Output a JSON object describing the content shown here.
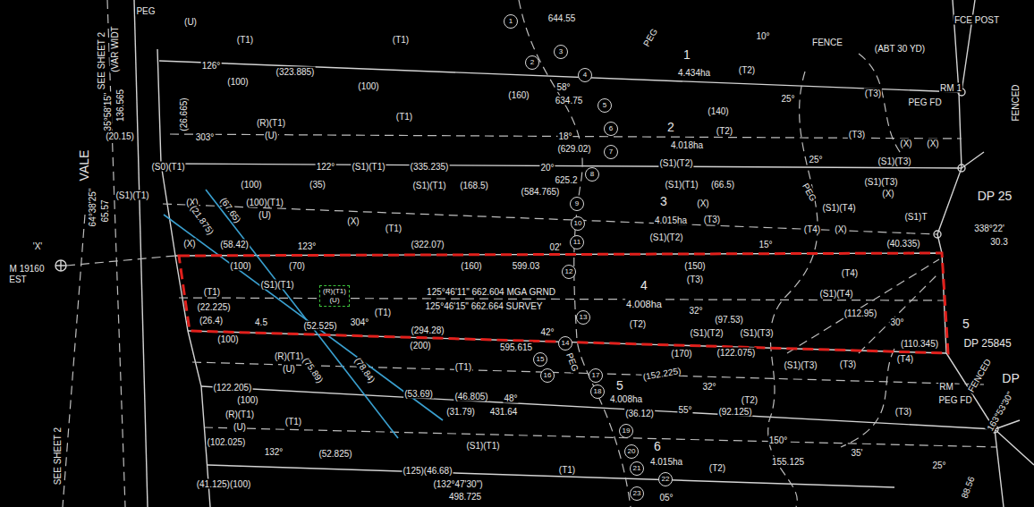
{
  "diagram": {
    "nodes": [
      {
        "text": [
          "1"
        ]
      },
      {
        "text": [
          "2"
        ]
      },
      {
        "text": [
          "3"
        ]
      },
      {
        "text": [
          "4"
        ]
      },
      {
        "text": [
          "5"
        ]
      },
      {
        "text": [
          "6"
        ]
      },
      {
        "text": [
          "7"
        ]
      },
      {
        "text": [
          "8"
        ]
      },
      {
        "text": [
          "9"
        ]
      },
      {
        "text": [
          "10"
        ]
      },
      {
        "text": [
          "11"
        ]
      },
      {
        "text": [
          "4",
          "4.008ha"
        ]
      },
      {
        "text": [
          "(R)(T1)",
          "(U)"
        ],
        "in": 11
      },
      {
        "text": [
          "12"
        ],
        "in": 11
      },
      {
        "text": [
          "13"
        ],
        "in": 11
      },
      {
        "text": [
          "14"
        ]
      },
      {
        "text": [
          "15"
        ]
      },
      {
        "text": [
          "16"
        ]
      },
      {
        "text": [
          "17"
        ]
      },
      {
        "text": [
          "18"
        ]
      },
      {
        "text": [
          "19"
        ]
      },
      {
        "text": [
          "20"
        ]
      },
      {
        "text": [
          "21"
        ]
      },
      {
        "text": [
          "22"
        ]
      },
      {
        "text": [
          "23"
        ]
      }
    ],
    "labels": [
      "PEG",
      "(U)",
      "(T1)",
      "(T1)",
      "644.55",
      "PEG",
      "10°",
      "FENCE",
      "(ABT 30 YD)",
      "FCE POST",
      "1",
      "4.434ha",
      "(T2)",
      "(VAR WIDT",
      "SEE SHEET 2",
      "35°58'15\"",
      "136.565",
      "(20.15)",
      "126°",
      "(323.885)",
      "(100)",
      "(100)",
      "(160)",
      "58°",
      "634.75",
      "(140)",
      "25°",
      "(T3)",
      "PEG FD",
      "RM 1",
      "(T1)",
      "2",
      "4.018ha",
      "(T2)",
      "(26.665)",
      "303°",
      "(R)(T1)",
      "(U)",
      "18°",
      "(629.02)",
      "(T3)",
      "(X)",
      "(X)",
      "122°",
      "(S1)(T1)",
      "(335.235)",
      "20°",
      "(S1)(T2)",
      "25°",
      "(S1)(T3)",
      "625.2",
      "(584.765)",
      "(100)",
      "(35)",
      "(S1)(T1)",
      "(168.5)",
      "(S1)(T1)",
      "(66.5)",
      "(S1)(T3)",
      "(X)",
      "(S0)(T1)",
      "(S1)(T1)",
      "(100)(T1)",
      "(U)",
      "(X)",
      "(21.875)",
      "(67.65)",
      "3",
      "(X)",
      "4.015ha",
      "(T3)",
      "(T1)",
      "(X)",
      "PEG",
      "(S1)(T4)",
      "(S1)(T2)",
      "(T4)",
      "(X)",
      "DP 25",
      "(S1)T",
      "(X)",
      "(58.42)",
      "123°",
      "(322.07)",
      "02'",
      "15°",
      "(40.335)",
      "(100)",
      "(70)",
      "(160)",
      "599.03",
      "(150)",
      "(T3)",
      "(T4)",
      "338°22'",
      "30.3",
      "'X'",
      "M 19160",
      "EST",
      "(T1)",
      "(22.225)",
      "(S1)(T1)",
      "125°46'11\" 662.604 MGA GRND",
      "125°46'15\" 662.664 SURVEY",
      "(T2)",
      "(T1)",
      "(S1)(T4)",
      "(112.95)",
      "30°",
      "(26.4)",
      "4.5",
      "(52.525)",
      "304°",
      "32°",
      "(97.53)",
      "(S1)(T2)",
      "(S1)(T3)",
      "(100)",
      "(294.28)",
      "42°",
      "(200)",
      "595.615",
      "(170)",
      "(122.075)",
      "(110.345)",
      "(T4)",
      "5",
      "DP 25845",
      "(R)(T1)",
      "(U)",
      "(75.89)",
      "(78.84)",
      "(T1)",
      "PEG",
      "(S1)(T3)",
      "(T3)",
      "5",
      "4.008ha",
      "(T2)",
      "(152.225)",
      "32°",
      "(122.205)",
      "(53.69)",
      "(46.805)",
      "48°",
      "(31.79)",
      "431.64",
      "(100)",
      "(R)(T1)",
      "(U)",
      "(T1)",
      "(36.12)",
      "55°",
      "(92.125)",
      "(T3)",
      "(102.025)",
      "132°",
      "(52.825)",
      "(S1)(T1)",
      "6",
      "4.015ha",
      "(T2)",
      "(T1)",
      "150°",
      "35'",
      "155.125",
      "25°",
      "(41.125)(100)",
      "(125)(46.68)",
      "(132°47'30\")",
      "498.725",
      "05°",
      "88.56",
      "RM",
      "PEG FD",
      "163°53'30\"",
      "FENCED",
      "DP",
      "FENCED",
      "SEE SHEET 2",
      "VALE",
      "64°38'25\"",
      "65.57"
    ]
  }
}
